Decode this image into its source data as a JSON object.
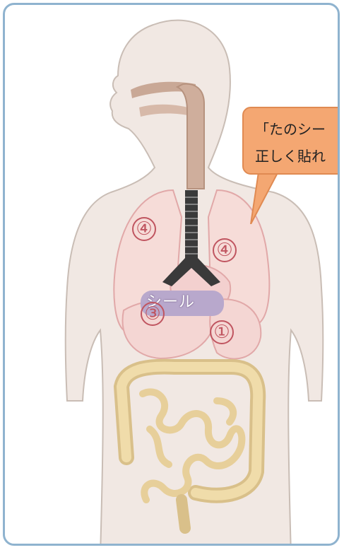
{
  "diagram": {
    "organ_labels": [
      "④",
      "④",
      "③",
      "①"
    ],
    "sticker_label": "シール"
  },
  "callout": {
    "line1": "「たのシー",
    "line2": "正しく貼れ"
  },
  "colors": {
    "frame_border": "#8fb3cf",
    "body_fill": "#f1e8e3",
    "lung_outline": "#e1a8a8",
    "trachea": "#3a3a3a",
    "intestine": "#f0dcaa",
    "callout_fill": "#f4a772"
  }
}
